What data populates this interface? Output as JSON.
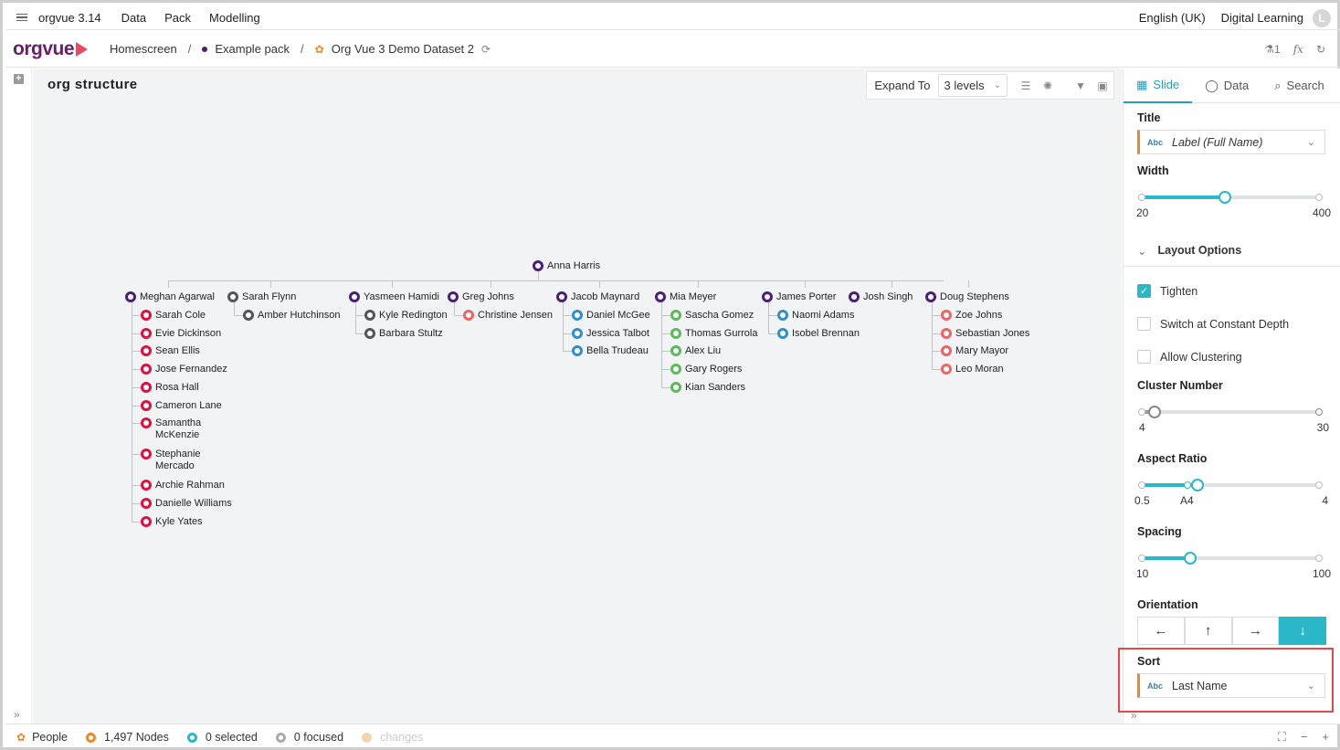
{
  "app": {
    "version": "orgvue 3.14",
    "menus": [
      "Data",
      "Pack",
      "Modelling"
    ],
    "language": "English (UK)",
    "workspace": "Digital Learning",
    "avatar_initial": "L"
  },
  "breadcrumb": {
    "logo": "orgvue",
    "home": "Homescreen",
    "pack": "Example pack",
    "dataset": "Org Vue 3 Demo Dataset 2",
    "right_count": "1"
  },
  "canvas": {
    "title": "org structure",
    "expand_label": "Expand To",
    "expand_value": "3 levels"
  },
  "colors": {
    "purple": "#4b1e7a",
    "gray": "#555555",
    "red": "#e0103e",
    "salmon": "#ee6464",
    "blue": "#2e8fc9",
    "green": "#5fb85a",
    "accent": "#2ab8c9"
  },
  "org": {
    "root": "Anna Harris",
    "managers": [
      {
        "name": "Meghan Agarwal",
        "color": "purple",
        "reports": [
          "Sarah Cole",
          "Evie Dickinson",
          "Sean Ellis",
          "Jose Fernandez",
          "Rosa Hall",
          "Cameron Lane",
          "Samantha McKenzie",
          "Stephanie Mercado",
          "Archie Rahman",
          "Danielle Williams",
          "Kyle Yates"
        ],
        "report_color": "red"
      },
      {
        "name": "Sarah Flynn",
        "color": "gray",
        "reports": [
          "Amber Hutchinson"
        ],
        "report_color": "gray"
      },
      {
        "name": "Yasmeen Hamidi",
        "color": "purple",
        "reports": [
          "Kyle Redington",
          "Barbara Stultz"
        ],
        "report_color": "gray"
      },
      {
        "name": "Greg Johns",
        "color": "purple",
        "reports": [
          "Christine Jensen"
        ],
        "report_color": "salmon"
      },
      {
        "name": "Jacob Maynard",
        "color": "purple",
        "reports": [
          "Daniel McGee",
          "Jessica Talbot",
          "Bella Trudeau"
        ],
        "report_color": "blue"
      },
      {
        "name": "Mia Meyer",
        "color": "purple",
        "reports": [
          "Sascha Gomez",
          "Thomas Gurrola",
          "Alex Liu",
          "Gary Rogers",
          "Kian Sanders"
        ],
        "report_color": "green"
      },
      {
        "name": "James Porter",
        "color": "purple",
        "reports": [
          "Naomi Adams",
          "Isobel Brennan"
        ],
        "report_color": "blue"
      },
      {
        "name": "Josh Singh",
        "color": "purple",
        "reports": [],
        "report_color": "gray"
      },
      {
        "name": "Doug Stephens",
        "color": "purple",
        "reports": [
          "Zoe Johns",
          "Sebastian Jones",
          "Mary Mayor",
          "Leo Moran"
        ],
        "report_color": "salmon"
      }
    ]
  },
  "panel": {
    "tabs": [
      "Slide",
      "Data",
      "Search"
    ],
    "title_label": "Title",
    "title_value": "Label (Full Name)",
    "abc": "Abc",
    "width_label": "Width",
    "width_min": "20",
    "width_max": "400",
    "width_value": 0.47,
    "layout_options": "Layout Options",
    "tighten": "Tighten",
    "tighten_checked": true,
    "constant_depth": "Switch at Constant Depth",
    "constant_depth_checked": false,
    "clustering": "Allow Clustering",
    "clustering_checked": false,
    "cluster_label": "Cluster Number",
    "cluster_min": "4",
    "cluster_max": "30",
    "cluster_value": 0.08,
    "aspect_label": "Aspect Ratio",
    "aspect_min": "0.5",
    "aspect_mid": "A4",
    "aspect_max": "4",
    "aspect_value": 0.32,
    "spacing_label": "Spacing",
    "spacing_min": "10",
    "spacing_max": "100",
    "spacing_value": 0.28,
    "orientation_label": "Orientation",
    "orientation_buttons": [
      "←",
      "↑",
      "→",
      "↓"
    ],
    "sort_label": "Sort",
    "sort_value": "Last Name"
  },
  "status": {
    "entity": "People",
    "nodes": "1,497 Nodes",
    "selected": "0 selected",
    "focused": "0 focused",
    "changes": "changes"
  }
}
